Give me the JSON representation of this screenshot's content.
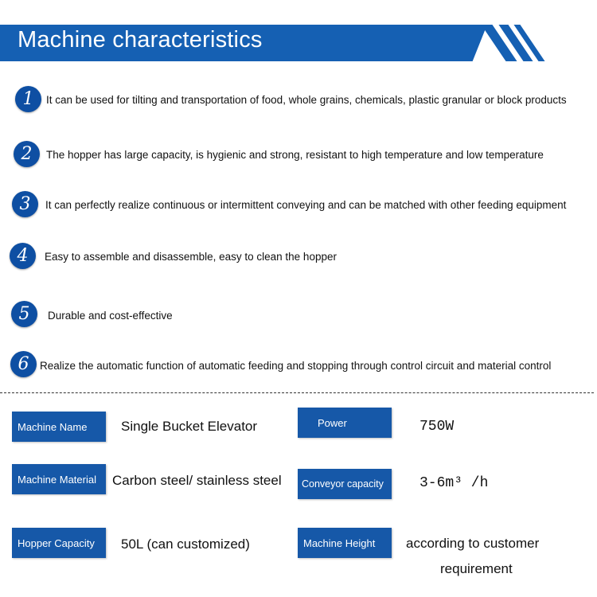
{
  "title": "Machine characteristics",
  "features": [
    {
      "num": "1",
      "text": "It can be used for tilting and transportation of food, whole grains,  chemicals, plastic granular or block products"
    },
    {
      "num": "2",
      "text": "The hopper has large capacity, is hygienic and strong, resistant to high temperature and low temperature"
    },
    {
      "num": "3",
      "text": "It can perfectly realize continuous or intermittent conveying and can be matched with other feeding equipment"
    },
    {
      "num": "4",
      "text": "Easy to assemble and disassemble, easy to clean the hopper"
    },
    {
      "num": "5",
      "text": "Durable and cost-effective"
    },
    {
      "num": "6",
      "text": "Realize the automatic function of automatic feeding and stopping through control circuit and material control"
    }
  ],
  "specs": {
    "machine_name": {
      "label": "Machine Name",
      "value": "Single Bucket Elevator"
    },
    "power": {
      "label": "Power",
      "value": "750W"
    },
    "machine_material": {
      "label": "Machine Material",
      "value": "Carbon steel/ stainless steel"
    },
    "conveyor_capacity": {
      "label": "Conveyor capacity",
      "value": "3-6m³ /h"
    },
    "hopper_capacity": {
      "label": "Hopper Capacity",
      "value": "50L (can customized)"
    },
    "machine_height": {
      "label": "Machine Height",
      "value_line1": "according to customer",
      "value_line2": "requirement"
    }
  },
  "colors": {
    "accent": "#1560b3",
    "label_bg": "#1658a8",
    "circle_bg": "#0e4fa3"
  }
}
